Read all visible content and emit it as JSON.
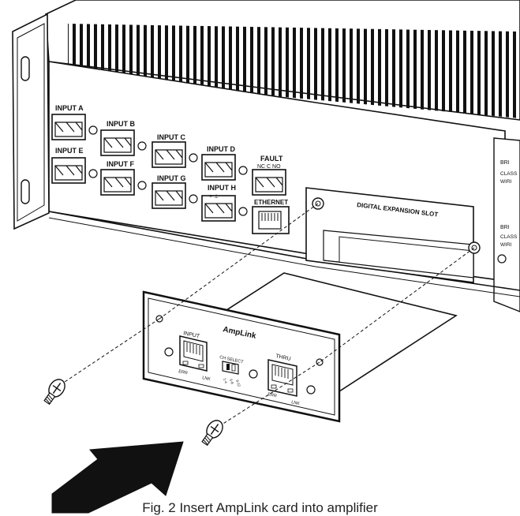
{
  "chassis": {
    "inputs": [
      "INPUT A",
      "INPUT B",
      "INPUT C",
      "INPUT D",
      "INPUT E",
      "INPUT F",
      "INPUT G",
      "INPUT H"
    ],
    "input_h_polarity": "+  ⊥",
    "fault_label": "FAULT",
    "fault_pins": "NC  C  NO",
    "ethernet_label": "ETHERNET",
    "slot_label": "DIGITAL EXPANSION SLOT",
    "side_label_1": "BRI",
    "side_label_2": "CLASS",
    "side_label_3": "WIRI",
    "side_label_4": "BRI",
    "side_label_5": "CLASS",
    "side_label_6": "WIRI"
  },
  "card": {
    "brand": "AmpLink",
    "input_label": "INPUT",
    "thru_label": "THRU",
    "err_label": "ERR",
    "lnk_label": "LNK",
    "ch_select_label": "CH SELECT",
    "ch_opt_1": "1-4",
    "ch_opt_2": "5-8",
    "ch_opt_3": "9-12"
  },
  "caption": "Fig. 2 Insert AmpLink card into amplifier"
}
